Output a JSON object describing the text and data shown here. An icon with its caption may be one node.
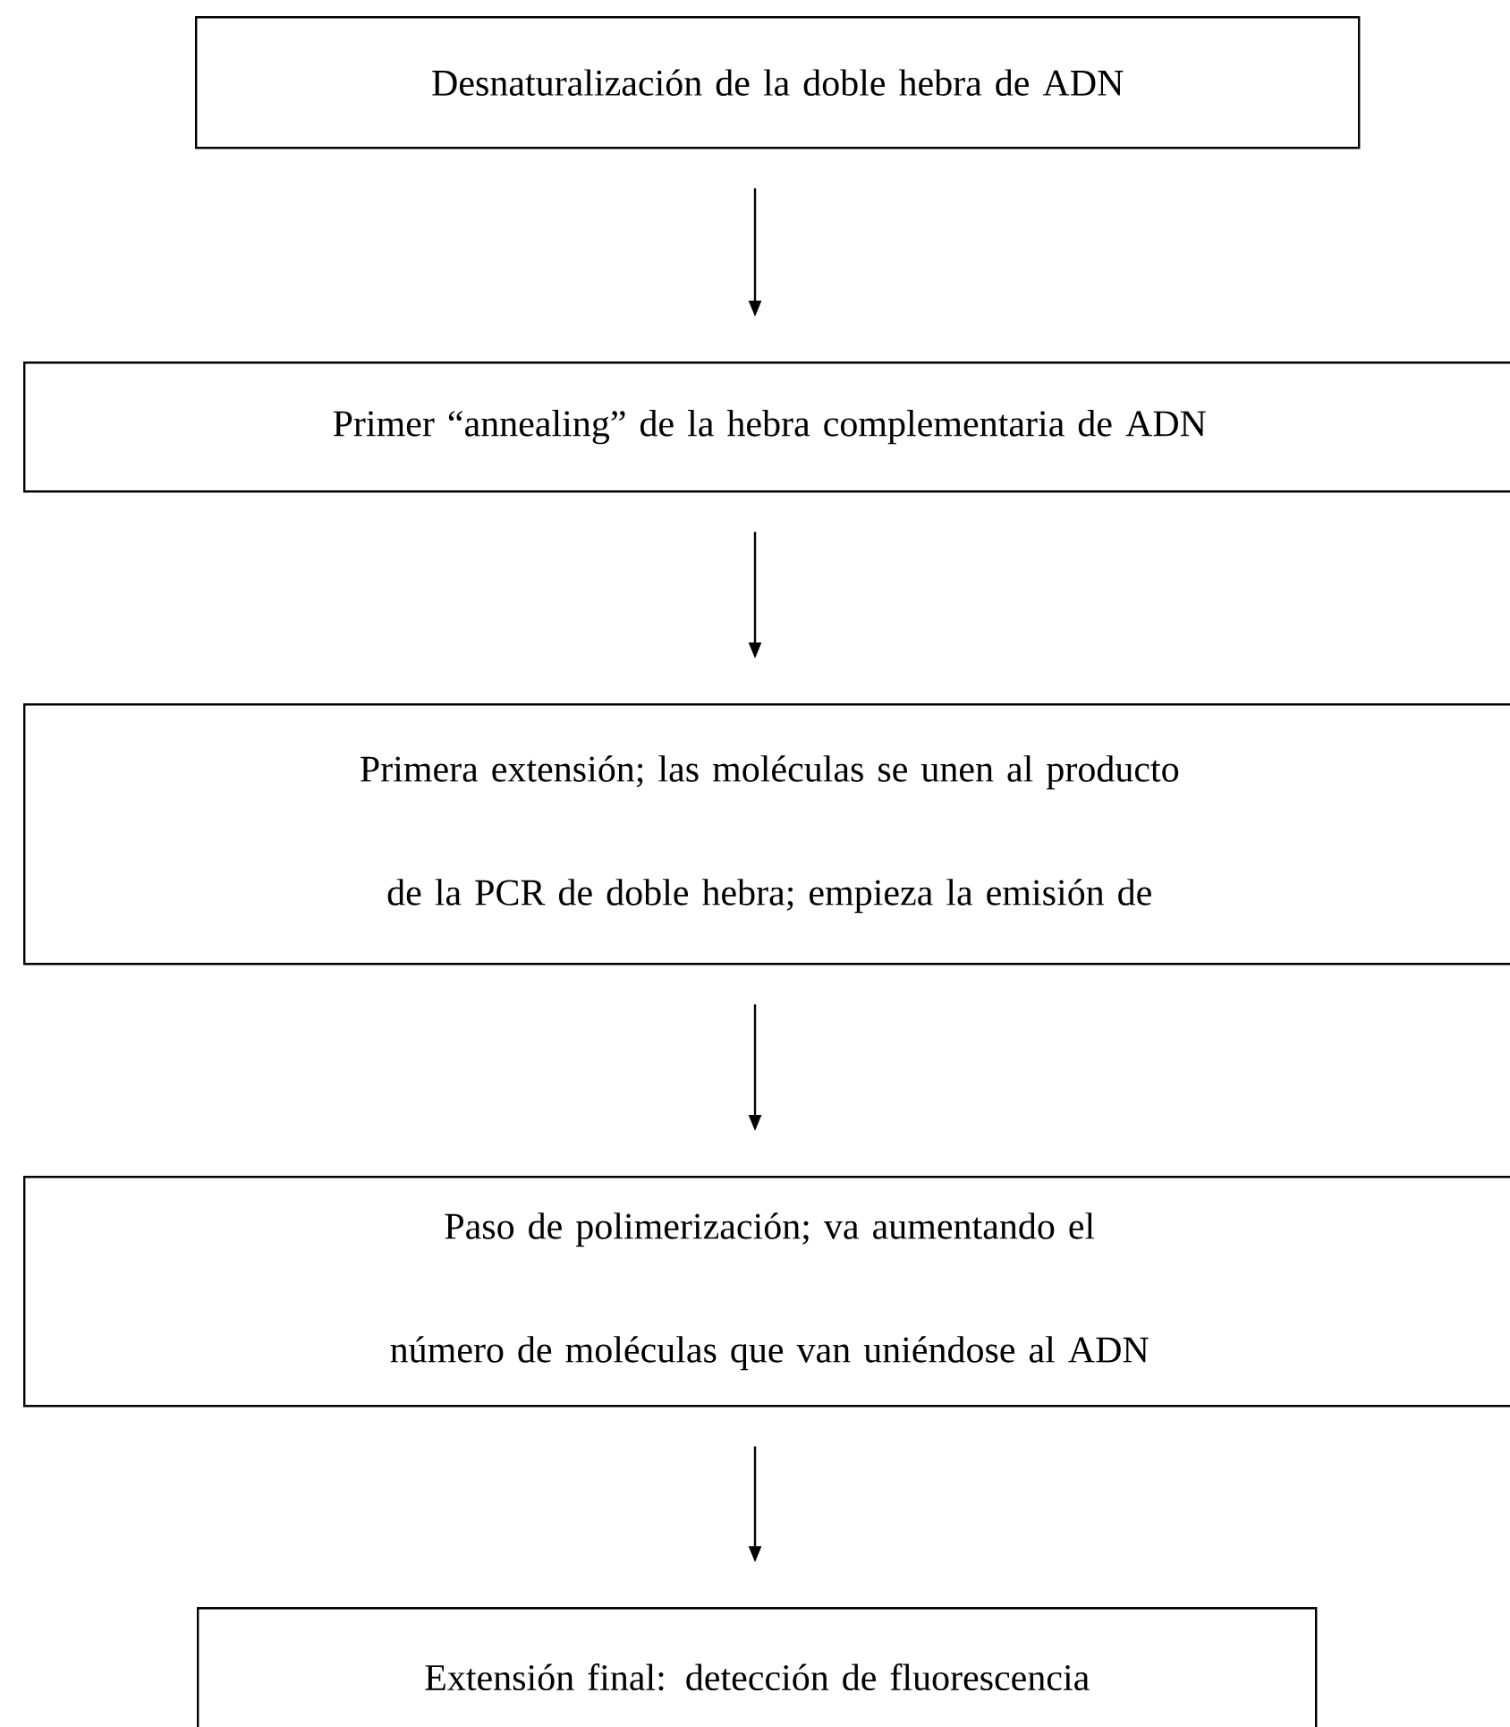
{
  "diagram": {
    "nodes": [
      {
        "text": [
          "Desnaturalización de la doble hebra de ADN"
        ]
      },
      {
        "text": [
          "Primer “annealing” de la hebra complementaria de ADN"
        ]
      },
      {
        "text": [
          "Primera extensión; las moléculas se unen al producto de la PCR de doble hebra; empieza la emisión de"
        ]
      },
      {
        "text": [
          "Paso de polimerización; va aumentando el número de moléculas que van uniéndose al ADN"
        ]
      },
      {
        "text": [
          "Extensión final: detección de fluorescencia"
        ]
      }
    ],
    "edges": [
      {
        "from": 0,
        "to": 1,
        "arrow": "to"
      },
      {
        "from": 1,
        "to": 2,
        "arrow": "to"
      },
      {
        "from": 2,
        "to": 3,
        "arrow": "to"
      },
      {
        "from": 3,
        "to": 4,
        "arrow": "to"
      }
    ]
  }
}
